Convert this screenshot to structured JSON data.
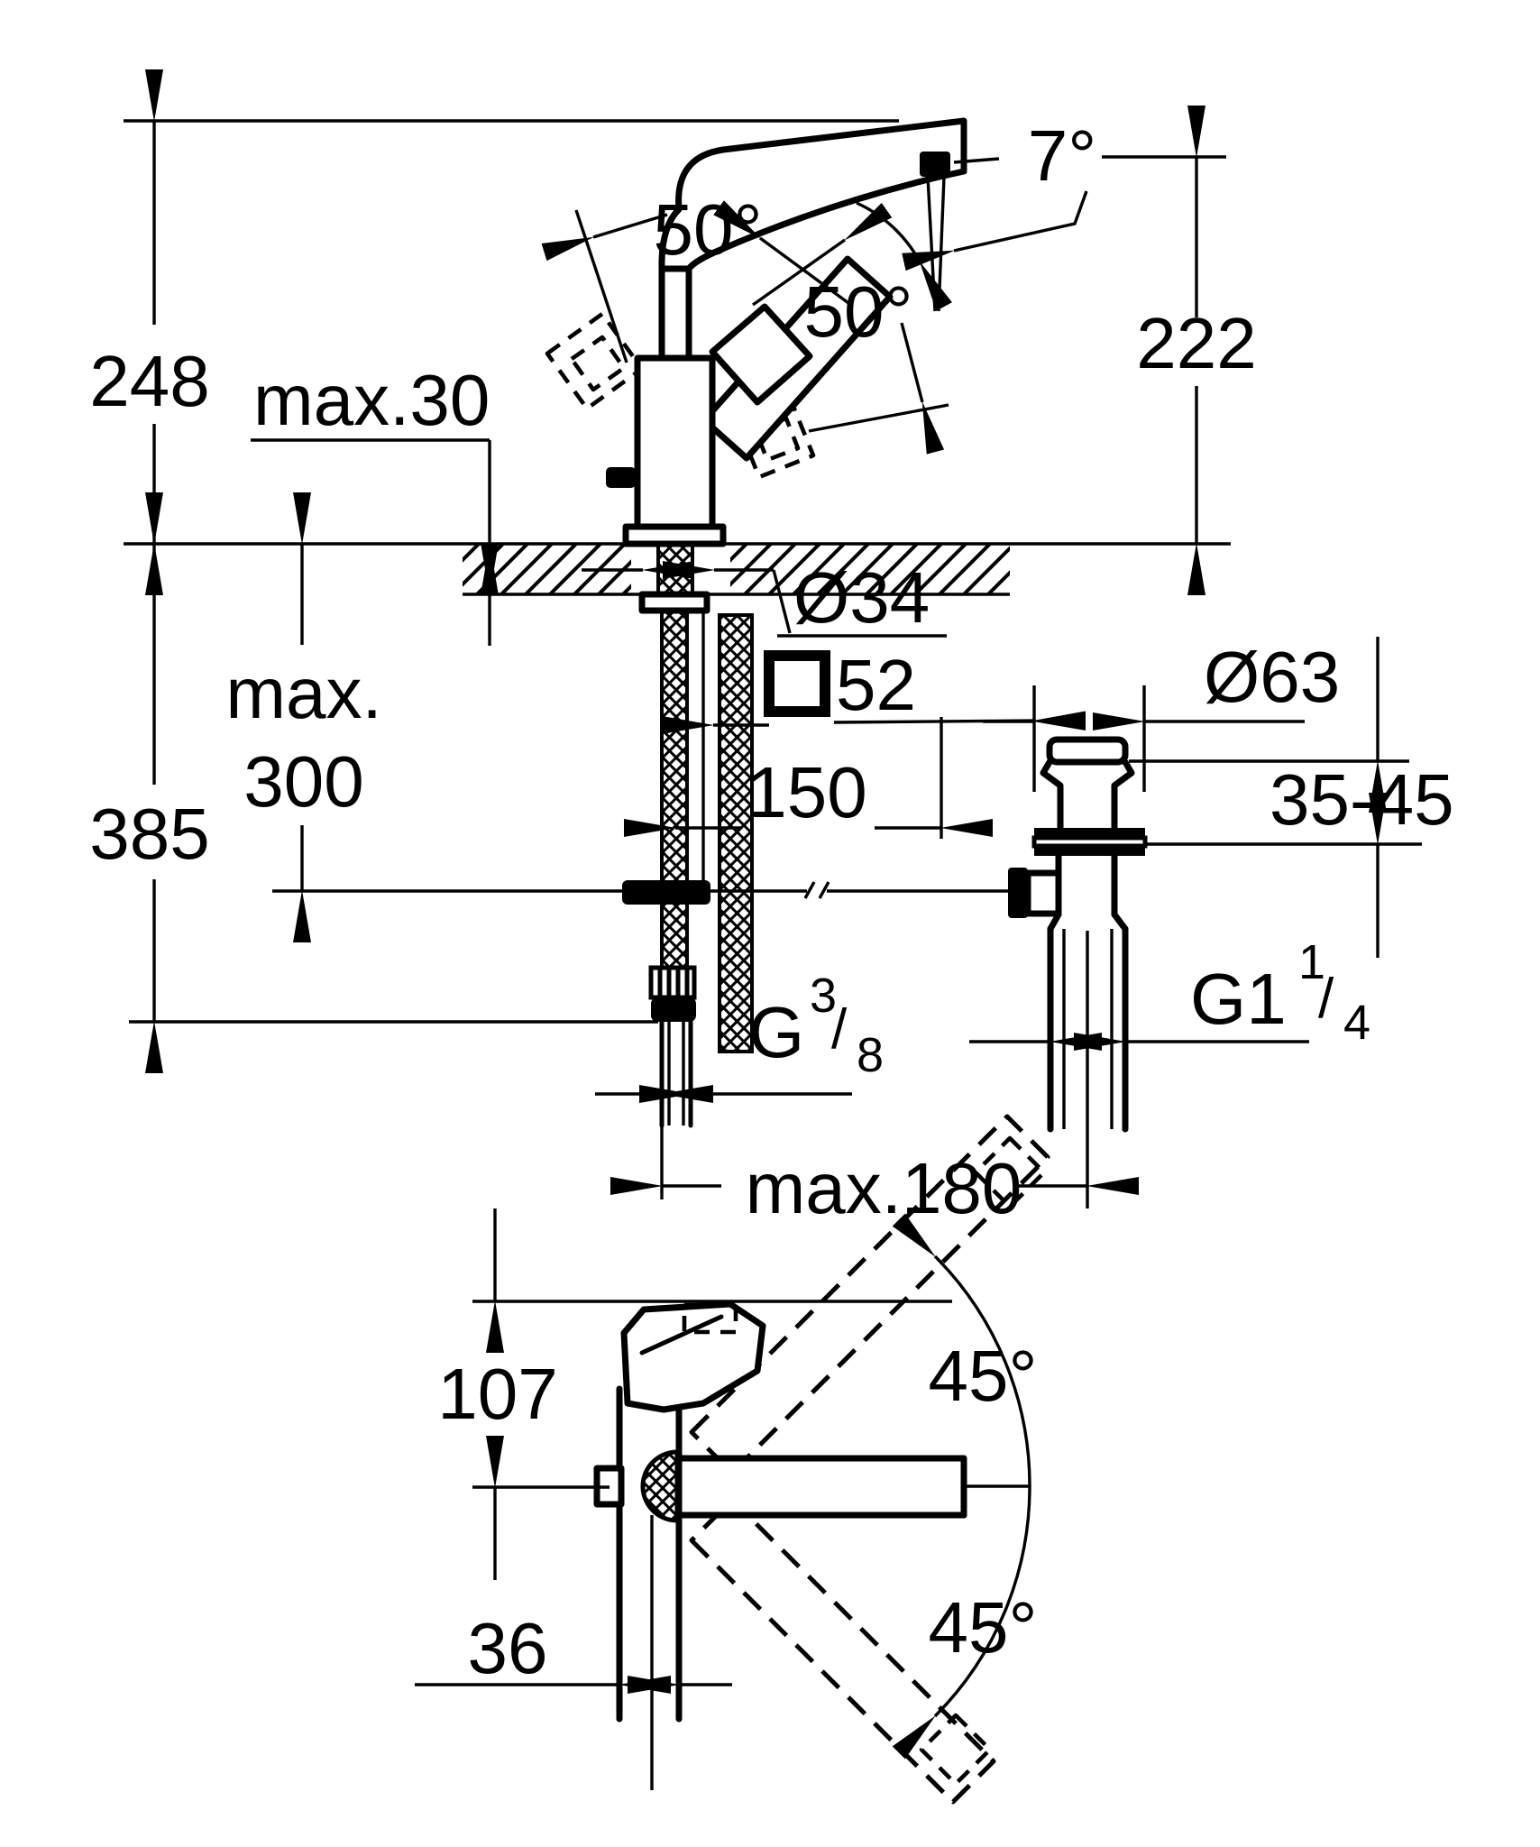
{
  "drawing": {
    "kind": "faucet installation dimension drawing",
    "units_note": "",
    "line_color": "#000000",
    "background": "#ffffff"
  },
  "labels": {
    "overall_height": "248",
    "counter_thickness_max": "max.30",
    "spout_height": "222",
    "swivel_left": "50°",
    "swivel_right": "50°",
    "outlet_angle": "7°",
    "under_counter_max_word": "max.",
    "under_counter_max_value": "300",
    "total_depth": "385",
    "hole_diameter": "Ø34",
    "body_square_value": "52",
    "center_distance": "150",
    "waste_diameter": "Ø63",
    "deck_mount_range": "35-45",
    "max_spacing": "max.180",
    "plan_height": "107",
    "plan_width": "36",
    "plan_swing_up": "45°",
    "plan_swing_down": "45°"
  },
  "threads": {
    "supply": {
      "full": "G 3/8",
      "main": "G",
      "numerator": "3",
      "slash": "/",
      "denominator": "8"
    },
    "drain": {
      "full": "G1 1/4",
      "main": "G1",
      "numerator": "1",
      "slash": "/",
      "denominator": "4"
    }
  }
}
